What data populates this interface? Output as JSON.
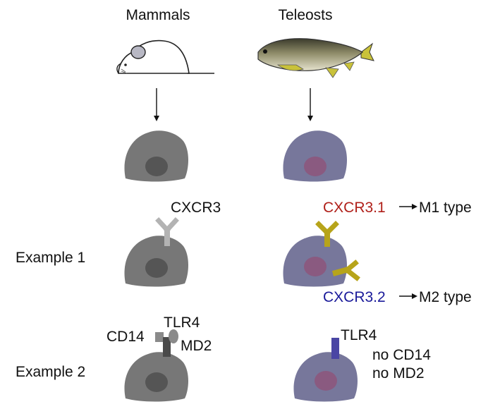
{
  "columns": {
    "left": "Mammals",
    "right": "Teleosts"
  },
  "rows": {
    "example1": "Example 1",
    "example2": "Example 2"
  },
  "example1": {
    "mammal_receptor": "CXCR3",
    "teleost_receptor_a": "CXCR3.1",
    "teleost_result_a": "M1 type",
    "teleost_receptor_b": "CXCR3.2",
    "teleost_result_b": "M2 type"
  },
  "example2": {
    "mammal_cd14": "CD14",
    "mammal_tlr4": "TLR4",
    "mammal_md2": "MD2",
    "teleost_tlr4": "TLR4",
    "teleost_no_cd14": "no CD14",
    "teleost_no_md2": "no MD2"
  },
  "colors": {
    "mammal_cell": "#777777",
    "mammal_nucleus": "#555555",
    "teleost_cell": "#77779b",
    "teleost_nucleus": "#8a5a80",
    "cxcr3_mammal": "#b3b3b3",
    "cxcr3_teleost": "#b7a41a",
    "cxcr3_1_text": "#b0201a",
    "cxcr3_2_text": "#1a1a9a",
    "tlr4_teleost": "#4a46a4"
  },
  "icons": {
    "mammal": "mouse-icon",
    "teleost": "fish-icon"
  }
}
